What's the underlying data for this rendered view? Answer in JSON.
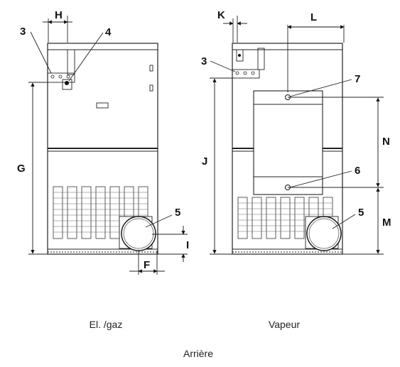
{
  "labels": {
    "H": "H",
    "K": "K",
    "L": "L",
    "G": "G",
    "J": "J",
    "N": "N",
    "M": "M",
    "I": "I",
    "F": "F",
    "n3a": "3",
    "n4": "4",
    "n3b": "3",
    "n7": "7",
    "n6": "6",
    "n5a": "5",
    "n5b": "5"
  },
  "captions": {
    "left": "El. /gaz",
    "right": "Vapeur",
    "bottom": "Arrière"
  }
}
